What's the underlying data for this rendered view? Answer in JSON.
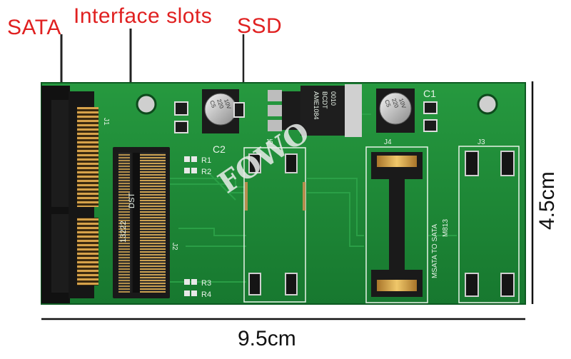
{
  "labels": {
    "sata": "SATA",
    "interface_slots": "Interface slots",
    "ssd": "SSD"
  },
  "dimensions": {
    "width": "9.5cm",
    "height": "4.5cm"
  },
  "silkscreen": {
    "j1": "J1",
    "j2": "J2",
    "j3": "J3",
    "j4": "J4",
    "j5": "J5",
    "c1": "C1",
    "c2": "C2",
    "r1": "R1",
    "r2": "R2",
    "r3": "R3",
    "r4": "R4",
    "msata_to_sata": "MSATA TO SATA",
    "model": "M813",
    "regulator_line1": "AME1084",
    "regulator_line2": "BCDT",
    "regulator_line3": "0010",
    "cap_c1_line1": "220",
    "cap_c1_line2": "10V",
    "cap_c1_line3": "C5",
    "cap_c2_line1": "220",
    "cap_c2_line2": "10V",
    "cap_c2_line3": "C5",
    "slot_line1": "13222",
    "slot_line2": "DST"
  },
  "watermark": "FOWO",
  "colors": {
    "pcb_green": "#1f8a3a",
    "pcb_dark": "#116a28",
    "label_red": "#e02020",
    "gold": "#d9a441"
  }
}
